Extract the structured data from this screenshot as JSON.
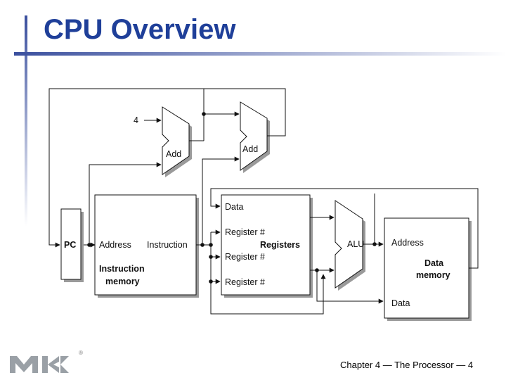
{
  "slide": {
    "title": "CPU Overview",
    "footer": "Chapter 4 — The Processor — 4",
    "accent_bar_color": "#1f3f99",
    "gradient_colors": [
      "#3a4f9e",
      "#ffffff"
    ]
  },
  "logo": {
    "registered_mark": "®"
  },
  "diagram": {
    "constant_four": "4",
    "pc_label": "PC",
    "adder_pc_label": "Add",
    "adder_branch_label": "Add",
    "instruction_memory": {
      "address": "Address",
      "instruction": "Instruction",
      "title_line1": "Instruction",
      "title_line2": "memory"
    },
    "registers": {
      "data": "Data",
      "reg1": "Register #",
      "reg2": "Register #",
      "reg3": "Register #",
      "title": "Registers"
    },
    "alu_label": "ALU",
    "data_memory": {
      "address": "Address",
      "title_line1": "Data",
      "title_line2": "memory",
      "data": "Data"
    }
  }
}
